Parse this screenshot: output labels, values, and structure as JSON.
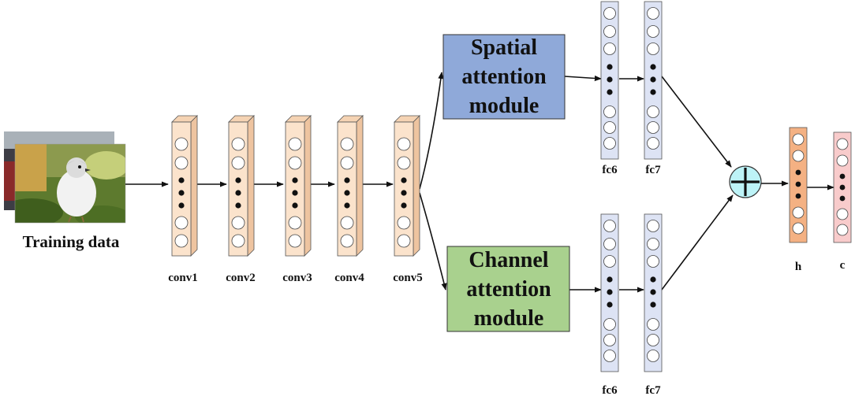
{
  "input": {
    "label": "Training data"
  },
  "conv_layers": [
    {
      "label": "conv1"
    },
    {
      "label": "conv2"
    },
    {
      "label": "conv3"
    },
    {
      "label": "conv4"
    },
    {
      "label": "conv5"
    }
  ],
  "spatial_module": {
    "lines": [
      "Spatial",
      "attention",
      "module"
    ],
    "fill": "#8fa9d9"
  },
  "channel_module": {
    "lines": [
      "Channel",
      "attention",
      "module"
    ],
    "fill": "#a9d18e"
  },
  "fc_top": [
    {
      "label": "fc6"
    },
    {
      "label": "fc7"
    }
  ],
  "fc_bottom": [
    {
      "label": "fc6"
    },
    {
      "label": "fc7"
    }
  ],
  "output_h": {
    "label": "h",
    "fill": "#f4b183"
  },
  "output_c": {
    "label": "c",
    "fill": "#f8cbcb"
  },
  "colors": {
    "conv_fill": "#fbe3cc",
    "fc_fill": "#dde3f4",
    "sum_fill": "#bdf3f7"
  }
}
